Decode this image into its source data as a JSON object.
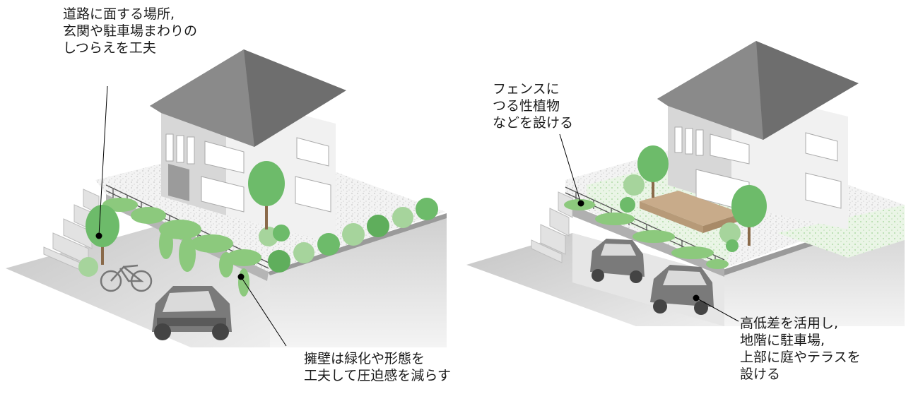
{
  "labels": {
    "entrance": [
      "道路に面する場所,",
      "玄関や駐車場まわりの",
      "しつらえを工夫"
    ],
    "retaining_wall": [
      "擁壁は緑化や形態を",
      "工夫して圧迫感を減らす"
    ],
    "fence": [
      "フェンスに",
      "つる性植物",
      "などを設ける"
    ],
    "parking": [
      "高低差を活用し,",
      "地階に駐車場,",
      "上部に庭やテラスを",
      "設ける"
    ]
  },
  "colors": {
    "roof": "#6e6e6e",
    "wall_light": "#eeeeee",
    "wall_mid": "#d6d6d6",
    "wall_dark": "#bdbdbd",
    "ground": "#c9c9c9",
    "tree_green": "#6dbb6a",
    "tree_light": "#a6d49c",
    "ivy": "#8cc97d",
    "car": "#7a7a7a",
    "deck": "#c8ab8a",
    "gravel": "#f1f1f1"
  },
  "icons": [
    "house-illustration",
    "car-icon",
    "bicycle-icon",
    "tree-icon",
    "stairs-icon"
  ]
}
